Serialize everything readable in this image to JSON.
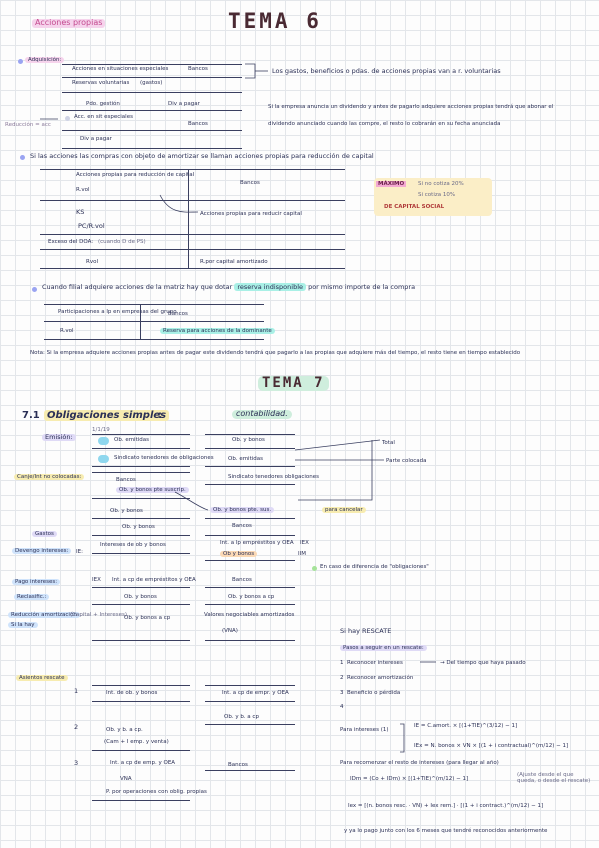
{
  "tema6": {
    "section_label": "Acciones propias",
    "title": "TEMA 6",
    "adquisicion": {
      "label": "Adquisición:",
      "rows": [
        [
          "Acciones en situaciones especiales",
          "Bancos"
        ],
        [
          "Reservas voluntarias",
          "(gastos)"
        ],
        [
          "Pdo. gestión",
          "Div a pagar"
        ],
        [
          "Acc. en sit especiales",
          "Bancos"
        ],
        [
          "Div a pagar",
          ""
        ]
      ],
      "side_label": "Reducción = acc",
      "note1": "Los gastos, beneficios o pdas. de acciones propias van a r. voluntarias",
      "note2a": "Si la empresa anuncia un dividendo y antes de pagarlo adquiere acciones propias tendrá que abonar el",
      "note2b": "dividendo anunciado cuando las compre, el resto lo cobrarán en su fecha anunciada"
    },
    "amortizar": {
      "heading": "Si las acciones las compras con objeto de amortizar se llaman acciones propias para reducción de capital",
      "row1_left": "Acciones propias para reducción de capital",
      "row1_left2": "R.vol",
      "row1_right": "Bancos",
      "arrow_label": "Acciones propias para reducir capital",
      "ks": "KS",
      "pc": "PC/R.vol",
      "exceso": "Exceso del DOA:",
      "exceso_note": "(cuando D de PS)",
      "rvol": "Rvol",
      "rpor": "R.por capital amortizado",
      "maximo": {
        "label": "MÁXIMO",
        "line1": "Si no cotiza 20%",
        "line2": "Si cotiza 10%",
        "line3": "DE CAPITAL SOCIAL"
      }
    },
    "filial": {
      "heading_pre": "Cuando filial adquiere acciones de la matriz hay que dotar",
      "heading_hl": "reserva indisponible",
      "heading_post": "por mismo importe de la compra",
      "row1_left": "Participaciones a lp en empresas del grupo",
      "row1_right": "Bancos",
      "row2_left": "R.vol",
      "row2_right": "Reserva para acciones de la dominante"
    },
    "nota": "Nota: Si la empresa adquiere acciones propias antes de pagar este dividendo tendrá que pagarlo a las propias que adquiere más del tiempo, el resto tiene en tiempo establecido"
  },
  "tema7": {
    "title": "TEMA 7",
    "heading_num": "7.1",
    "heading_text": "Obligaciones simples",
    "heading_colon": ":",
    "contabilidad": "contabilidad.",
    "emision": "Emisión:",
    "emision_date": "1/1/19",
    "emision_left": [
      "Ob. emitidas",
      "Sindicato tenedores de obligaciones"
    ],
    "emision_right": [
      "Ob. y bonos",
      "Ob. emitidas",
      "Sindicato tenedores obligaciones"
    ],
    "total": "Total",
    "parte_colocada": "Parte colocada",
    "canje_label": "Canje/Int no colocadas:",
    "canje_rows": [
      "Bancos",
      "Ob. y bonos pte suscrip."
    ],
    "ob_bonos_pte": "Ob. y bonos pte. sus.",
    "para_cancelar": "para cancelar",
    "ob_y_bonos": "Ob. y bonos",
    "ob_y_bonos2": "Ob. y bonos",
    "bancos": "Bancos",
    "gastos": "Gastos",
    "devengo": "Devengo intereses:",
    "ie": "IE:",
    "intereses_ob": "Intereses de ob y bonos",
    "int_lp": "Int. a lp empréstitos y OEA",
    "ob_y_bonos_small": "Ob y bonos",
    "iex": "IEX",
    "iim": "IIM",
    "en_caso": "En caso de diferencia de \"obligaciones\"",
    "pago_label": "Pago intereses:",
    "pago_iex": "IEX",
    "pago_row": "Int. a cp de empréstitos y OEA",
    "pago_bancos": "Bancos",
    "reclasif_label": "Reclasific.:",
    "reclasif_left": "Ob. y bonos",
    "reclasif_right": "Ob. y bonos a cp",
    "reduce_label": "Reducción amortización",
    "reduce_note": "(Capital + Intereses)",
    "si_la_hay": "Si la hay",
    "reduce_left": "Ob. y bonos a cp",
    "reduce_right": "Valores negociables amortizados",
    "vna": "(VNA)",
    "si_hay_rescate": "Si hay RESCATE",
    "pasos_heading": "Pasos a seguir en un rescate:",
    "pasos": [
      {
        "num": "1",
        "text": "Reconocer intereses",
        "extra": "Del tiempo que haya pasado"
      },
      {
        "num": "2",
        "text": "Reconocer amortización",
        "extra": ""
      },
      {
        "num": "3",
        "text": "Beneficio o pérdida",
        "extra": ""
      },
      {
        "num": "4",
        "text": "",
        "extra": ""
      }
    ],
    "asientos_label": "Asientos rescate",
    "asientos": [
      {
        "num": "1",
        "left": "Int. de ob. y bonos",
        "right": "Int. a cp de empr. y OEA"
      },
      {
        "num": "2",
        "left": "Ob. y b. a cp.",
        "left2": "(Cam + I emp. y venta)",
        "right": "Ob. y b. a cp"
      },
      {
        "num": "3",
        "left": "Int. a cp de emp. y OEA",
        "left2": "VNA",
        "left3": "P. por operaciones con oblig. propias",
        "right": "Bancos"
      }
    ],
    "para_intereses": "Para intereses (1)",
    "formula1": "IE = C.amort. × [(1+TIE)^(3/12) − 1]",
    "formula2": "IEx = N. bonos × VN × [(1 + i contractual)^(m/12) − 1]",
    "para_recomenzar": "Para recomenzar el resto de intereses (para llegar al año)",
    "formula3": "IDm = (Co + IDm) × [(1+TIE)^(m/12) − 1]",
    "formula3_note": "(Ajuste desde el que queda, o desde el rescate)",
    "formula4": "Iex = [(n. bonos resc. · VN) + Iex rem.] · [(1 + i contract.)^(m/12) − 1]",
    "final_note": "y ya lo pago junto con los 6 meses que tendré reconocidos anteriormente"
  }
}
